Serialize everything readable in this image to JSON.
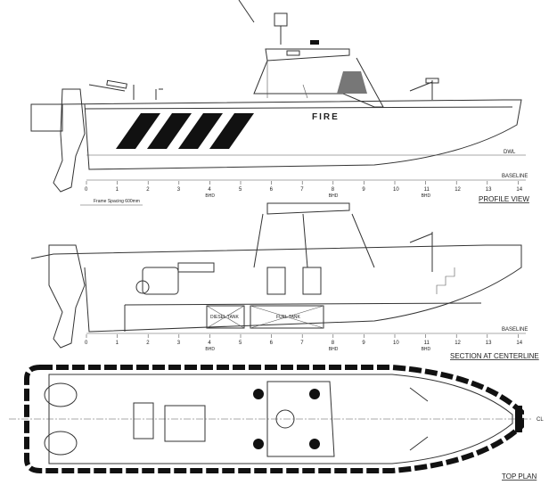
{
  "profile": {
    "hull_text": "FIRE",
    "dwl_label": "DWL",
    "baseline_label": "BASELINE",
    "frame_spacing": "Frame Spacing 600mm",
    "title": "PROFILE VIEW"
  },
  "section": {
    "baseline_label": "BASELINE",
    "diesel_tank": "DIESEL TANK",
    "fuel_tank": "FUEL TANK",
    "title": "SECTION AT CENTERLINE"
  },
  "plan": {
    "cl_label": "CL",
    "title": "TOP PLAN"
  },
  "frames": {
    "numbers": [
      "0",
      "1",
      "2",
      "3",
      "4",
      "5",
      "6",
      "7",
      "8",
      "9",
      "10",
      "11",
      "12",
      "13",
      "14"
    ],
    "bulkhead_label": "BHD",
    "bulkheads_at": [
      4,
      8,
      11
    ]
  }
}
